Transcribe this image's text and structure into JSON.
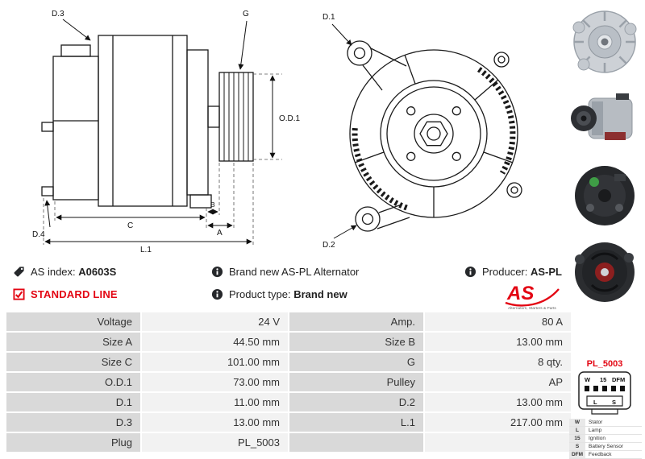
{
  "info": {
    "as_index_label": "AS index:",
    "as_index_value": "A0603S",
    "standard_line": "STANDARD LINE",
    "brand_new": "Brand new AS-PL Alternator",
    "product_type_label": "Product type:",
    "product_type_value": "Brand new",
    "producer_label": "Producer:",
    "producer_value": "AS-PL"
  },
  "logo": {
    "text": "AS",
    "tagline": "Alternators, Starters & Parts"
  },
  "colors": {
    "accent_red": "#e30613",
    "table_label_bg": "#d9d9d9",
    "table_value_bg": "#f2f2f2"
  },
  "drawings": {
    "side": {
      "labels": {
        "d3": "D.3",
        "d4": "D.4",
        "g": "G",
        "od1": "O.D.1",
        "c": "C",
        "b": "B",
        "a": "A",
        "l1": "L.1"
      }
    },
    "front": {
      "labels": {
        "d1": "D.1",
        "d2": "D.2"
      }
    }
  },
  "plug": {
    "name": "PL_5003",
    "pins_top": [
      "W",
      "15",
      "DFM"
    ],
    "pins_bottom": [
      "L",
      "S"
    ],
    "legend": [
      {
        "k": "W",
        "v": "Stator"
      },
      {
        "k": "L",
        "v": "Lamp"
      },
      {
        "k": "15",
        "v": "Ignition"
      },
      {
        "k": "S",
        "v": "Battery Sensor"
      },
      {
        "k": "DFM",
        "v": "Feedback"
      }
    ]
  },
  "table": {
    "rows": [
      [
        "Voltage",
        "24 V",
        "Amp.",
        "80 A"
      ],
      [
        "Size A",
        "44.50 mm",
        "Size B",
        "13.00 mm"
      ],
      [
        "Size C",
        "101.00 mm",
        "G",
        "8 qty."
      ],
      [
        "O.D.1",
        "73.00 mm",
        "Pulley",
        "AP"
      ],
      [
        "D.1",
        "11.00 mm",
        "D.2",
        "13.00 mm"
      ],
      [
        "D.3",
        "13.00 mm",
        "L.1",
        "217.00 mm"
      ],
      [
        "Plug",
        "PL_5003",
        "",
        ""
      ]
    ]
  }
}
